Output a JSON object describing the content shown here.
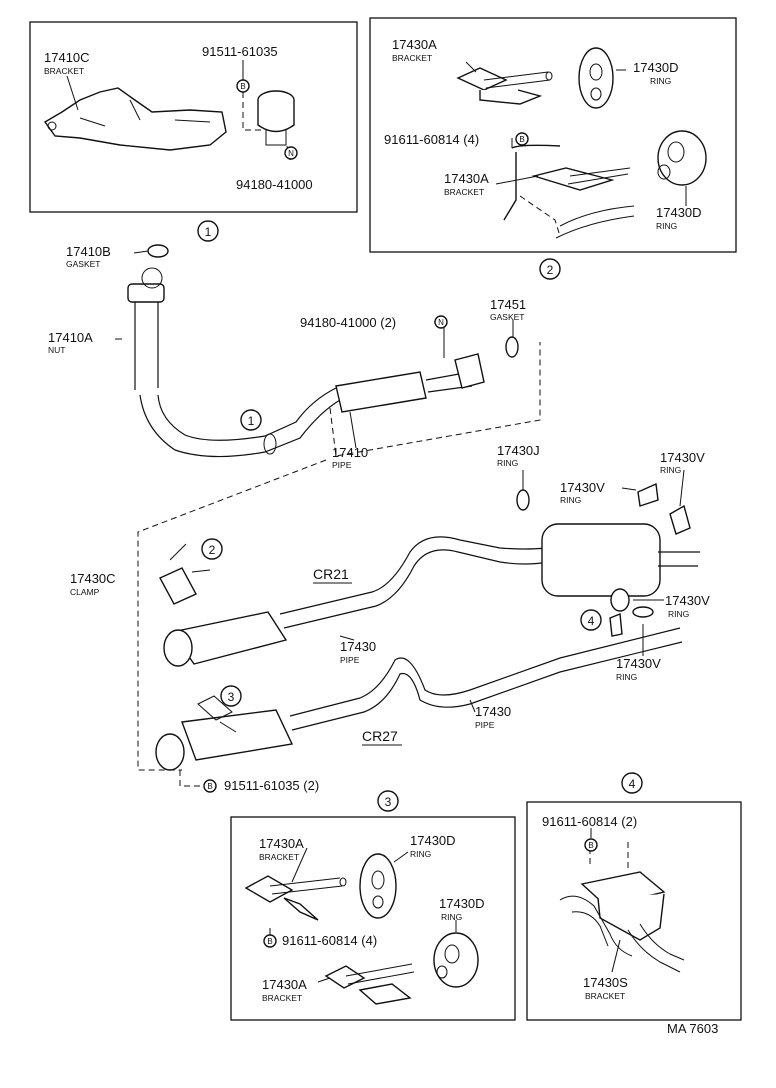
{
  "callouts": [
    {
      "id": "c1",
      "pn": "17410C",
      "sub": "BRACKET"
    },
    {
      "id": "c2",
      "pn": "91511-61035",
      "sub": ""
    },
    {
      "id": "c3",
      "pn": "94180-41000",
      "sub": ""
    },
    {
      "id": "c4",
      "pn": "17430A",
      "sub": "BRACKET"
    },
    {
      "id": "c5",
      "pn": "17430D",
      "sub": "RING"
    },
    {
      "id": "c6",
      "pn": "91611-60814 (4)",
      "sub": ""
    },
    {
      "id": "c7",
      "pn": "17430A",
      "sub": "BRACKET"
    },
    {
      "id": "c8",
      "pn": "17430D",
      "sub": "RING"
    },
    {
      "id": "c9",
      "pn": "17410B",
      "sub": "GASKET"
    },
    {
      "id": "c10",
      "pn": "17410A",
      "sub": "NUT"
    },
    {
      "id": "c11",
      "pn": "94180-41000 (2)",
      "sub": ""
    },
    {
      "id": "c12",
      "pn": "17451",
      "sub": "GASKET"
    },
    {
      "id": "c13",
      "pn": "17410",
      "sub": "PIPE"
    },
    {
      "id": "c14",
      "pn": "17430J",
      "sub": "RING"
    },
    {
      "id": "c15",
      "pn": "17430V",
      "sub": "RING"
    },
    {
      "id": "c16",
      "pn": "17430V",
      "sub": "RING"
    },
    {
      "id": "c17",
      "pn": "17430C",
      "sub": "CLAMP"
    },
    {
      "id": "c18",
      "pn": "17430",
      "sub": "PIPE"
    },
    {
      "id": "c19",
      "pn": "17430V",
      "sub": "RING"
    },
    {
      "id": "c20",
      "pn": "17430V",
      "sub": "RING"
    },
    {
      "id": "c21",
      "pn": "17430",
      "sub": "PIPE"
    },
    {
      "id": "c22",
      "pn": "91511-61035 (2)",
      "sub": ""
    },
    {
      "id": "c23",
      "pn": "17430A",
      "sub": "BRACKET"
    },
    {
      "id": "c24",
      "pn": "17430D",
      "sub": "RING"
    },
    {
      "id": "c25",
      "pn": "91611-60814 (4)",
      "sub": ""
    },
    {
      "id": "c26",
      "pn": "17430D",
      "sub": "RING"
    },
    {
      "id": "c27",
      "pn": "17430A",
      "sub": "BRACKET"
    },
    {
      "id": "c28",
      "pn": "91611-60814 (2)",
      "sub": ""
    },
    {
      "id": "c29",
      "pn": "17430S",
      "sub": "BRACKET"
    }
  ],
  "variants": {
    "cr21": "CR21",
    "cr27": "CR27"
  },
  "refs": [
    "1",
    "2",
    "3",
    "4"
  ],
  "symbols": {
    "b": "B",
    "n": "N"
  },
  "diagram_code": "MA 7603"
}
